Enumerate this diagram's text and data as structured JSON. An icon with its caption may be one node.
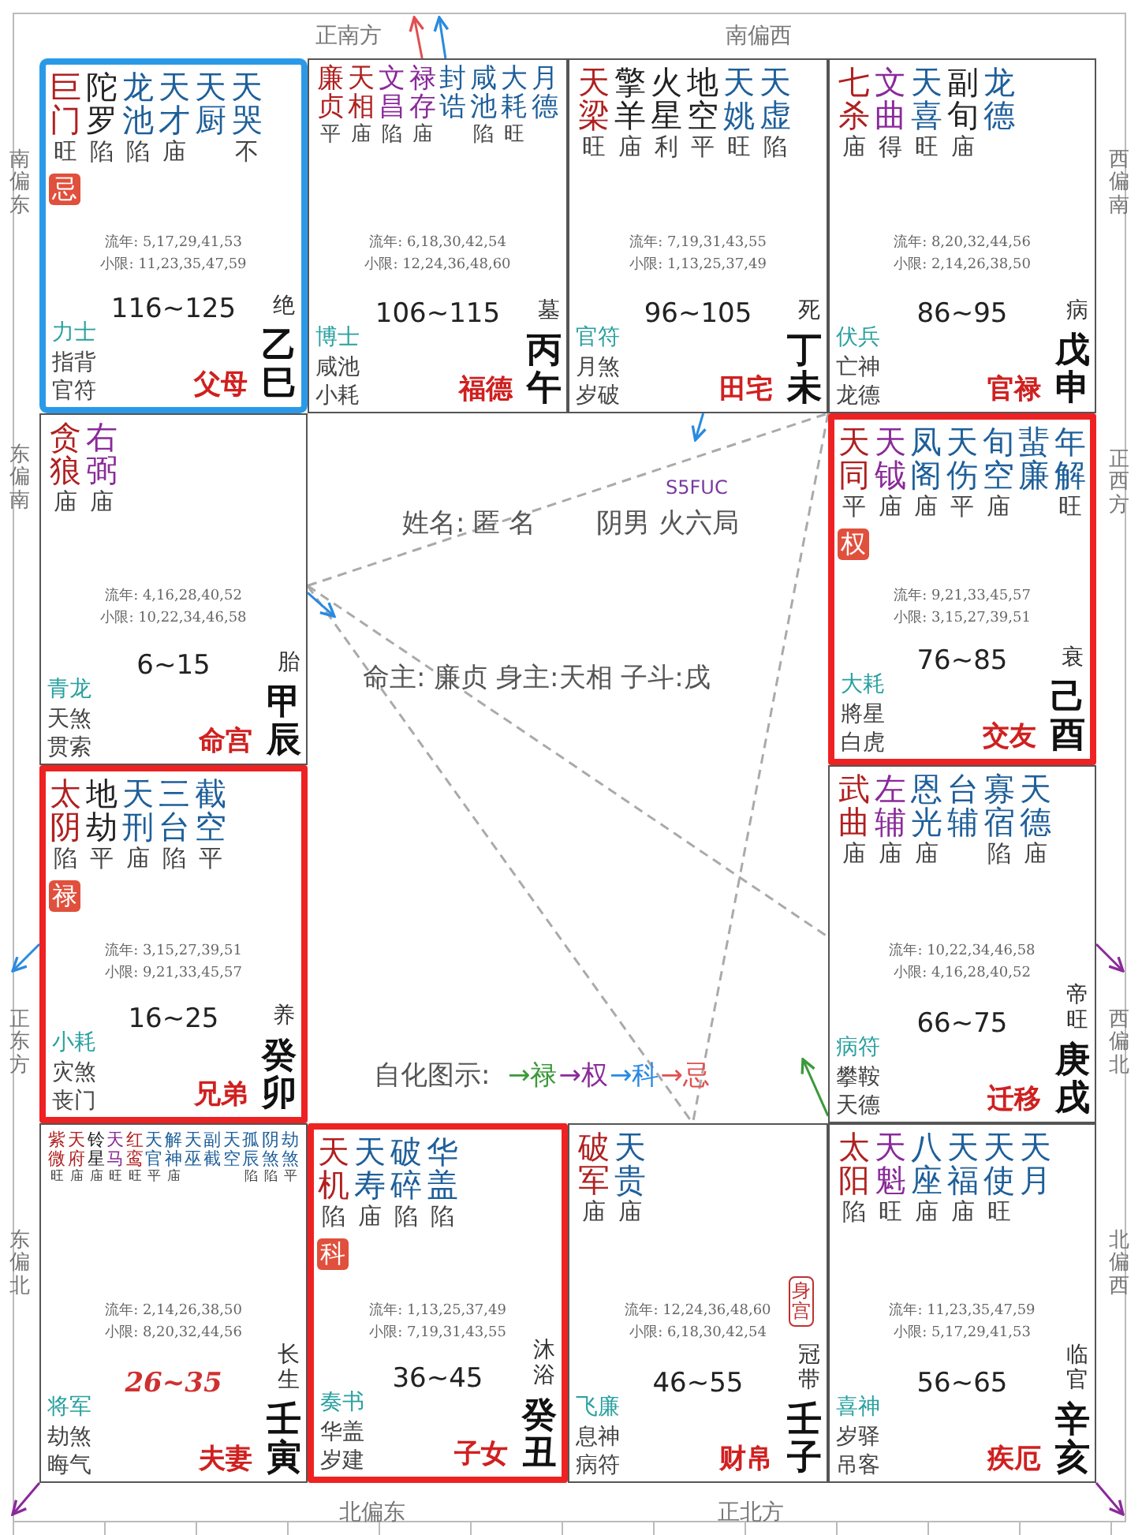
{
  "diagram": {
    "nodes": [
      {
        "text": [
          "巨门",
          "陀罗",
          "龙池",
          "天才",
          "天厨",
          "天哭",
          "旺陷陷庙 不",
          "流年: 5,17,29,41,53",
          "小限: 11,23,35,47,59",
          "116~125",
          "绝",
          "力士",
          "指背",
          "官符",
          "父母",
          "乙巳"
        ]
      },
      {
        "text": [
          "廉贞",
          "天相",
          "文昌",
          "禄存",
          "封诰",
          "咸池",
          "大耗",
          "月德",
          "平庙陷庙 陷旺",
          "流年: 6,18,30,42,54",
          "小限: 12,24,36,48,60",
          "106~115",
          "墓",
          "博士",
          "咸池",
          "小耗",
          "福德",
          "丙午"
        ]
      },
      {
        "text": [
          "天梁",
          "擎羊",
          "火星",
          "地空",
          "天姚",
          "天虚",
          "旺庙利平旺陷",
          "流年: 7,19,31,43,55",
          "小限: 1,13,25,37,49",
          "96~105",
          "死",
          "官符",
          "月煞",
          "岁破",
          "田宅",
          "丁未"
        ]
      },
      {
        "text": [
          "七杀",
          "文曲",
          "天喜",
          "副旬",
          "龙德",
          "庙得旺庙",
          "流年: 8,20,32,44,56",
          "小限: 2,14,26,38,50",
          "86~95",
          "病",
          "伏兵",
          "亡神",
          "龙德",
          "官禄",
          "戊申"
        ]
      },
      {
        "text": [
          "贪狼",
          "右弼",
          "庙庙",
          "流年: 4,16,28,40,52",
          "小限: 10,22,34,46,58",
          "6~15",
          "胎",
          "青龙",
          "天煞",
          "贯索",
          "命宫",
          "甲辰"
        ]
      },
      {
        "text": [
          "天同",
          "天钺",
          "凤阁",
          "天伤",
          "旬空",
          "蜚廉",
          "年解",
          "平庙庙平庙 旺",
          "流年: 9,21,33,45,57",
          "小限: 3,15,27,39,51",
          "76~85",
          "衰",
          "大耗",
          "將星",
          "白虎",
          "交友",
          "己酉"
        ]
      },
      {
        "text": [
          "太阴",
          "地劫",
          "天刑",
          "三台",
          "截空",
          "陷平庙陷平",
          "流年: 3,15,27,39,51",
          "小限: 9,21,33,45,57",
          "16~25",
          "养",
          "小耗",
          "灾煞",
          "丧门",
          "兄弟",
          "癸卯"
        ]
      },
      {
        "text": [
          "武曲",
          "左辅",
          "恩光",
          "台辅",
          "寡宿",
          "天德",
          "庙庙庙 陷庙",
          "流年: 10,22,34,46,58",
          "小限: 4,16,28,40,52",
          "66~75",
          "帝旺",
          "病符",
          "攀鞍",
          "天德",
          "迁移",
          "庚戌"
        ]
      },
      {
        "text": [
          "紫微",
          "天府",
          "铃星",
          "天马",
          "红鸾",
          "天官",
          "解神",
          "天巫",
          "副截",
          "天空",
          "孤辰",
          "阴煞",
          "劫煞",
          "旺庙庙旺旺平庙   陷陷平",
          "流年: 2,14,26,38,50",
          "小限: 8,20,32,44,56",
          "26~35",
          "长生",
          "将军",
          "劫煞",
          "晦气",
          "夫妻",
          "壬寅"
        ]
      },
      {
        "text": [
          "天机",
          "天寿",
          "破碎",
          "华盖",
          "陷庙陷陷",
          "流年: 1,13,25,37,49",
          "小限: 7,19,31,43,55",
          "36~45",
          "沐浴",
          "奏书",
          "华盖",
          "岁建",
          "子女",
          "癸丑"
        ]
      },
      {
        "text": [
          "破军",
          "天贵",
          "庙庙",
          "流年: 12,24,36,48,60",
          "小限: 6,18,30,42,54",
          "46~55",
          "冠带",
          "飞廉",
          "息神",
          "病符",
          "财帛",
          "壬子"
        ]
      },
      {
        "text": [
          "太阳",
          "天魁",
          "八座",
          "天福",
          "天使",
          "天月",
          "陷旺庙庙旺",
          "流年: 11,23,35,47,59",
          "小限: 5,17,29,41,53",
          "56~65",
          "临官",
          "喜神",
          "岁驿",
          "吊客",
          "疾厄",
          "辛亥"
        ]
      },
      {
        "text": [
          "忌"
        ],
        "in": 0
      },
      {
        "text": [
          "权"
        ],
        "in": 5
      },
      {
        "text": [
          "禄"
        ],
        "in": 6
      },
      {
        "text": [
          "科"
        ],
        "in": 9
      },
      {
        "text": [
          "身宫"
        ],
        "in": 10
      }
    ],
    "edges": [
      {
        "from": 4,
        "to": 3,
        "arrow": "none",
        "style": "dashed",
        "color": "#aaaaaa"
      },
      {
        "from": 4,
        "to": 10,
        "arrow": "none",
        "style": "dashed",
        "color": "#aaaaaa"
      },
      {
        "from": 4,
        "to": 7,
        "arrow": "none",
        "style": "dashed",
        "color": "#aaaaaa"
      },
      {
        "from": 3,
        "to": 10,
        "arrow": "none",
        "style": "dashed",
        "color": "#aaaaaa"
      },
      {
        "from": 1,
        "to": null,
        "arrow": "to",
        "color": "#e05050"
      },
      {
        "from": 1,
        "to": null,
        "arrow": "to",
        "color": "#2a8ae0"
      },
      {
        "from": 2,
        "to": null,
        "arrow": "to",
        "color": "#2a8ae0"
      },
      {
        "from": 4,
        "to": null,
        "arrow": "to",
        "color": "#2a8ae0"
      },
      {
        "from": 6,
        "to": null,
        "arrow": "to",
        "color": "#2a8ae0"
      },
      {
        "from": 7,
        "to": null,
        "arrow": "to",
        "color": "#8a2a9a"
      },
      {
        "from": 7,
        "to": null,
        "arrow": "to",
        "color": "#3a9a3a"
      },
      {
        "from": 8,
        "to": null,
        "arrow": "to",
        "color": "#8a2a9a"
      },
      {
        "from": 11,
        "to": null,
        "arrow": "to",
        "color": "#8a2a9a"
      }
    ],
    "labels": [
      "正南方",
      "南偏西",
      "南偏东",
      "西偏南",
      "东偏南",
      "正西方",
      "正东方",
      "西偏北",
      "东偏北",
      "北偏西",
      "北偏东",
      "正北方",
      "S5FUC",
      "姓名: 匿 名",
      "阴男 火六局",
      "命主: 廉贞 身主:天相 子斗:戌",
      "自化图示:"
    ],
    "legend": [
      {
        "text": "→禄",
        "color": "#3a9a3a"
      },
      {
        "text": "→权",
        "color": "#8a2a9a"
      },
      {
        "text": "→科",
        "color": "#2a8ae0"
      },
      {
        "text": "→忌",
        "color": "#e05050"
      }
    ]
  }
}
